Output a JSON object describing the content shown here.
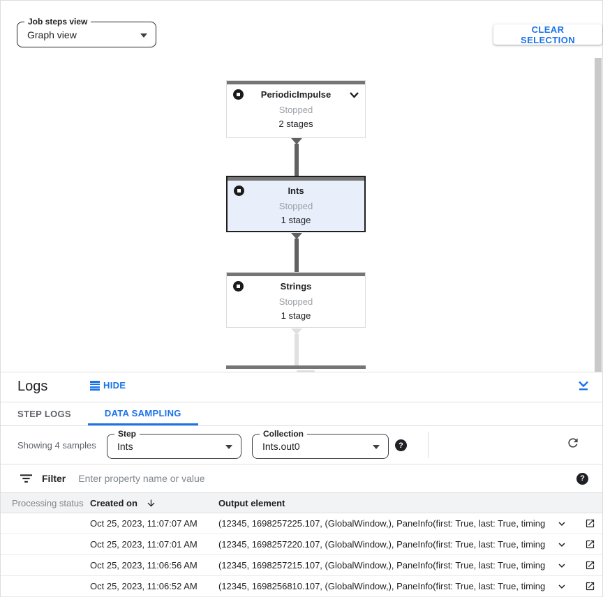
{
  "colors": {
    "accent": "#1a73e8",
    "text-primary": "#202124",
    "text-secondary": "#5f6368",
    "text-muted": "#9aa0a6",
    "border-light": "#e0e0e0",
    "node-bar": "#757575",
    "edge-dark": "#616161",
    "edge-light": "#e0e0e0",
    "selected-node-bg": "#e8eefa",
    "table-header-bg": "#f1f3f4",
    "status-dot": "#5f6368"
  },
  "toolbar": {
    "job_steps_view_label": "Job steps view",
    "job_steps_view_value": "Graph view",
    "clear_selection_label": "CLEAR SELECTION"
  },
  "graph": {
    "nodes": [
      {
        "title": "PeriodicImpulse",
        "status": "Stopped",
        "stages": "2 stages"
      },
      {
        "title": "Ints",
        "status": "Stopped",
        "stages": "1 stage"
      },
      {
        "title": "Strings",
        "status": "Stopped",
        "stages": "1 stage"
      }
    ]
  },
  "logs_panel": {
    "title": "Logs",
    "hide_label": "HIDE",
    "tabs": [
      {
        "label": "STEP LOGS"
      },
      {
        "label": "DATA SAMPLING"
      }
    ],
    "sampling": {
      "showing_text": "Showing 4 samples",
      "step_label": "Step",
      "step_value": "Ints",
      "collection_label": "Collection",
      "collection_value": "Ints.out0"
    },
    "filter": {
      "label": "Filter",
      "placeholder": "Enter property name or value"
    },
    "table": {
      "columns": [
        "Processing status",
        "Created on",
        "Output element"
      ],
      "rows": [
        {
          "created_on": "Oct 25, 2023, 11:07:07 AM",
          "output_element": "(12345, 1698257225.107, (GlobalWindow,), PaneInfo(first: True, last: True, timing…"
        },
        {
          "created_on": "Oct 25, 2023, 11:07:01 AM",
          "output_element": "(12345, 1698257220.107, (GlobalWindow,), PaneInfo(first: True, last: True, timing…"
        },
        {
          "created_on": "Oct 25, 2023, 11:06:56 AM",
          "output_element": "(12345, 1698257215.107, (GlobalWindow,), PaneInfo(first: True, last: True, timing…"
        },
        {
          "created_on": "Oct 25, 2023, 11:06:52 AM",
          "output_element": "(12345, 1698256810.107, (GlobalWindow,), PaneInfo(first: True, last: True, timing…"
        }
      ]
    }
  },
  "icons": {
    "help_glyph": "?"
  }
}
